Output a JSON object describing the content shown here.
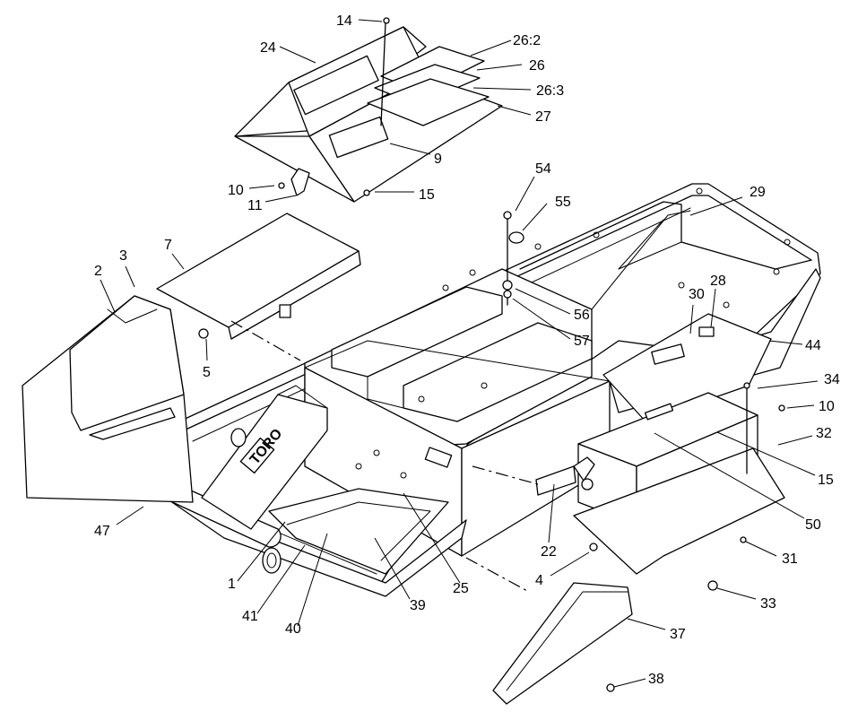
{
  "diagram": {
    "callouts": [
      {
        "id": "c14",
        "label": "14"
      },
      {
        "id": "c24",
        "label": "24"
      },
      {
        "id": "c26_2",
        "label": "26:2"
      },
      {
        "id": "c26",
        "label": "26"
      },
      {
        "id": "c26_3",
        "label": "26:3"
      },
      {
        "id": "c27",
        "label": "27"
      },
      {
        "id": "c9",
        "label": "9"
      },
      {
        "id": "c10a",
        "label": "10"
      },
      {
        "id": "c11",
        "label": "11"
      },
      {
        "id": "c15a",
        "label": "15"
      },
      {
        "id": "c54",
        "label": "54"
      },
      {
        "id": "c55",
        "label": "55"
      },
      {
        "id": "c29",
        "label": "29"
      },
      {
        "id": "c7",
        "label": "7"
      },
      {
        "id": "c3",
        "label": "3"
      },
      {
        "id": "c2",
        "label": "2"
      },
      {
        "id": "c56",
        "label": "56"
      },
      {
        "id": "c57",
        "label": "57"
      },
      {
        "id": "c30",
        "label": "30"
      },
      {
        "id": "c28",
        "label": "28"
      },
      {
        "id": "c44",
        "label": "44"
      },
      {
        "id": "c5",
        "label": "5"
      },
      {
        "id": "c34",
        "label": "34"
      },
      {
        "id": "c10b",
        "label": "10"
      },
      {
        "id": "c32",
        "label": "32"
      },
      {
        "id": "c15b",
        "label": "15"
      },
      {
        "id": "c50",
        "label": "50"
      },
      {
        "id": "c47",
        "label": "47"
      },
      {
        "id": "c22",
        "label": "22"
      },
      {
        "id": "c31",
        "label": "31"
      },
      {
        "id": "c4",
        "label": "4"
      },
      {
        "id": "c33",
        "label": "33"
      },
      {
        "id": "c1",
        "label": "1"
      },
      {
        "id": "c25",
        "label": "25"
      },
      {
        "id": "c41",
        "label": "41"
      },
      {
        "id": "c39",
        "label": "39"
      },
      {
        "id": "c40",
        "label": "40"
      },
      {
        "id": "c37",
        "label": "37"
      },
      {
        "id": "c38",
        "label": "38"
      }
    ],
    "logo_text": "TORO"
  }
}
